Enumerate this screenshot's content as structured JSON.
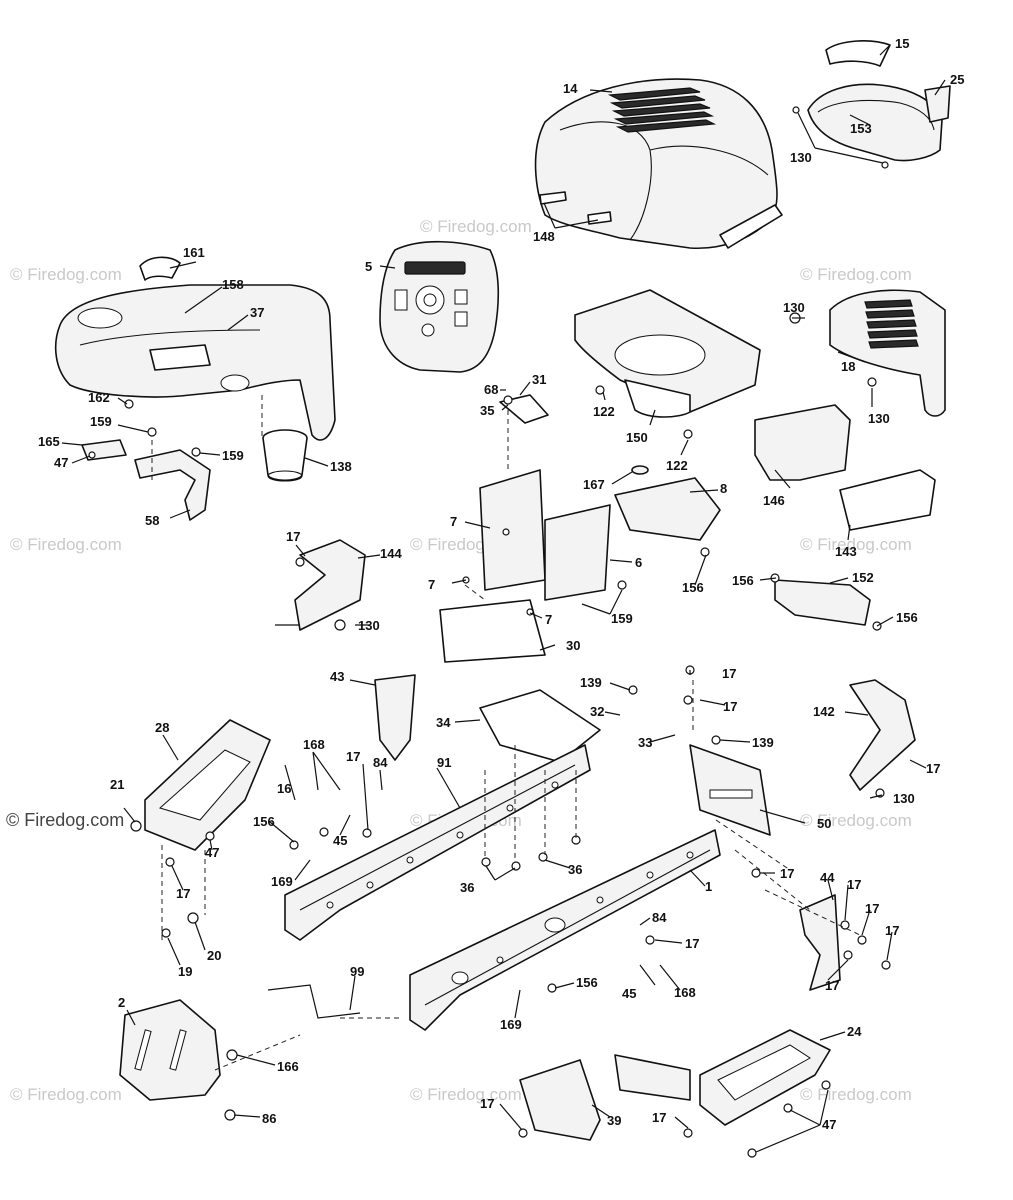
{
  "watermark": {
    "text": "© Firedog.com"
  },
  "callouts": [
    {
      "label": "15"
    },
    {
      "label": "25"
    },
    {
      "label": "14"
    },
    {
      "label": "153"
    },
    {
      "label": "130"
    },
    {
      "label": "148"
    },
    {
      "label": "161"
    },
    {
      "label": "5"
    },
    {
      "label": "158"
    },
    {
      "label": "37"
    },
    {
      "label": "130"
    },
    {
      "label": "18"
    },
    {
      "label": "130"
    },
    {
      "label": "162"
    },
    {
      "label": "68"
    },
    {
      "label": "31"
    },
    {
      "label": "35"
    },
    {
      "label": "122"
    },
    {
      "label": "150"
    },
    {
      "label": "122"
    },
    {
      "label": "159"
    },
    {
      "label": "165"
    },
    {
      "label": "47"
    },
    {
      "label": "159"
    },
    {
      "label": "138"
    },
    {
      "label": "146"
    },
    {
      "label": "167"
    },
    {
      "label": "8"
    },
    {
      "label": "58"
    },
    {
      "label": "7"
    },
    {
      "label": "143"
    },
    {
      "label": "17"
    },
    {
      "label": "144"
    },
    {
      "label": "6"
    },
    {
      "label": "7"
    },
    {
      "label": "156"
    },
    {
      "label": "156"
    },
    {
      "label": "152"
    },
    {
      "label": "159"
    },
    {
      "label": "7"
    },
    {
      "label": "156"
    },
    {
      "label": "130"
    },
    {
      "label": "30"
    },
    {
      "label": "43"
    },
    {
      "label": "139"
    },
    {
      "label": "17"
    },
    {
      "label": "17"
    },
    {
      "label": "142"
    },
    {
      "label": "28"
    },
    {
      "label": "34"
    },
    {
      "label": "32"
    },
    {
      "label": "33"
    },
    {
      "label": "139"
    },
    {
      "label": "17"
    },
    {
      "label": "168"
    },
    {
      "label": "21"
    },
    {
      "label": "17"
    },
    {
      "label": "84"
    },
    {
      "label": "91"
    },
    {
      "label": "130"
    },
    {
      "label": "16"
    },
    {
      "label": "50"
    },
    {
      "label": "45"
    },
    {
      "label": "156"
    },
    {
      "label": "47"
    },
    {
      "label": "169"
    },
    {
      "label": "36"
    },
    {
      "label": "36"
    },
    {
      "label": "17"
    },
    {
      "label": "17"
    },
    {
      "label": "1"
    },
    {
      "label": "44"
    },
    {
      "label": "17"
    },
    {
      "label": "17"
    },
    {
      "label": "20"
    },
    {
      "label": "17"
    },
    {
      "label": "84"
    },
    {
      "label": "17"
    },
    {
      "label": "19"
    },
    {
      "label": "17"
    },
    {
      "label": "99"
    },
    {
      "label": "156"
    },
    {
      "label": "45"
    },
    {
      "label": "168"
    },
    {
      "label": "169"
    },
    {
      "label": "2"
    },
    {
      "label": "24"
    },
    {
      "label": "166"
    },
    {
      "label": "17"
    },
    {
      "label": "39"
    },
    {
      "label": "17"
    },
    {
      "label": "86"
    },
    {
      "label": "47"
    }
  ]
}
